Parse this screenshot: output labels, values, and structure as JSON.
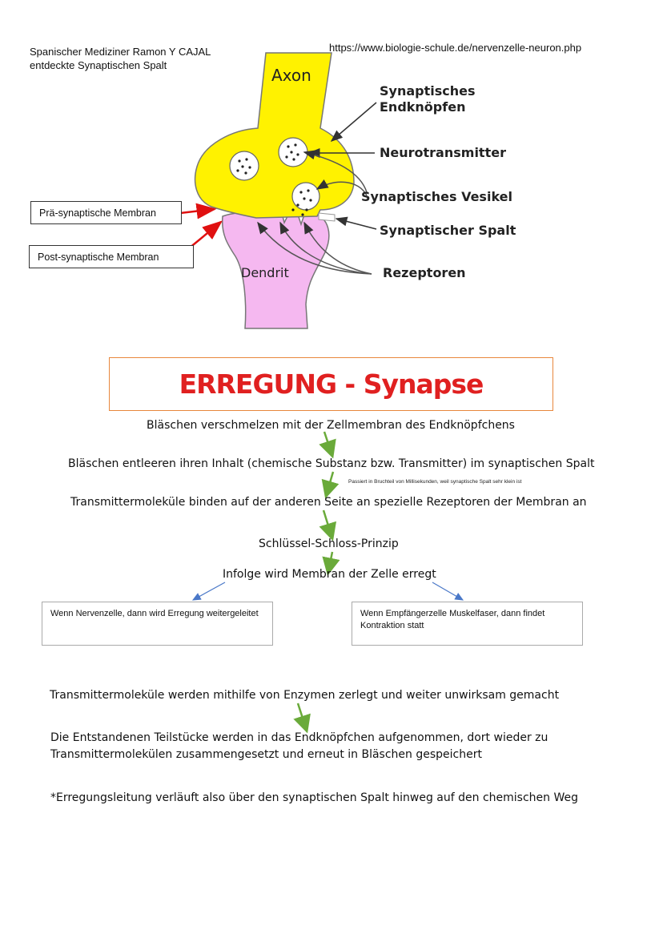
{
  "header": {
    "note_line1": "Spanischer Mediziner Ramon Y CAJAL",
    "note_line2": "entdeckte Synaptischen Spalt",
    "source_url": "https://www.biologie-schule.de/nervenzelle-neuron.php"
  },
  "diagram": {
    "axon": "Axon",
    "dendrit": "Dendrit",
    "endknoepfen_line1": "Synaptisches",
    "endknoepfen_line2": "Endknöpfen",
    "neurotransmitter": "Neurotransmitter",
    "vesikel": "Synaptisches Vesikel",
    "spalt": "Synaptischer Spalt",
    "rezeptoren": "Rezeptoren",
    "pre_membrane": "Prä-synaptische Membran",
    "post_membrane": "Post-synaptische Membran"
  },
  "title": "ERREGUNG - Synapse",
  "flow": {
    "step1": "Bläschen verschmelzen mit der Zellmembran des Endknöpfchens",
    "step2": "Bläschen entleeren ihren Inhalt (chemische Substanz bzw. Transmitter) im synaptischen Spalt",
    "step2_note": "Passiert in Bruchteil von Millisekunden, weil synaptische Spalt sehr klein ist",
    "step3": "Transmittermoleküle binden auf der anderen Seite an spezielle Rezeptoren der Membran an",
    "step4": "Schlüssel-Schloss-Prinzip",
    "step5": "Infolge wird Membran der Zelle erregt",
    "left_box": "Wenn Nervenzelle, dann wird Erregung weitergeleitet",
    "right_box": "Wenn Empfängerzelle Muskelfaser, dann findet Kontraktion statt",
    "step6": "Transmittermoleküle werden mithilfe von Enzymen zerlegt und weiter unwirksam gemacht",
    "step7_line1": "Die Entstandenen Teilstücke werden in das Endknöpfchen aufgenommen, dort wieder zu",
    "step7_line2": "Transmittermolekülen zusammengesetzt und erneut in Bläschen gespeichert",
    "footnote": "*Erregungsleitung verläuft also über den synaptischen Spalt hinweg auf den chemischen Weg"
  },
  "colors": {
    "axon_fill": "#fff200",
    "dendrit_fill": "#f5b8f0",
    "title_red": "#e02020",
    "title_border": "#e8873c",
    "green_arrow": "#6aaa3a",
    "blue_arrow": "#4a78c8",
    "red_arrow": "#e01010"
  }
}
